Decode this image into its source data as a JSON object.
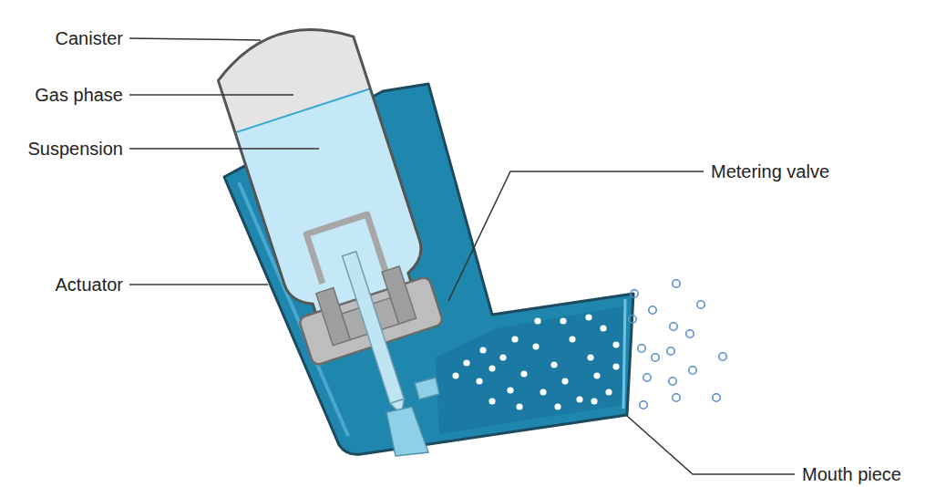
{
  "diagram": {
    "labels": [
      "Canister",
      "Gas phase",
      "Suspension",
      "Metering valve",
      "Actuator",
      "Mouth piece"
    ]
  }
}
